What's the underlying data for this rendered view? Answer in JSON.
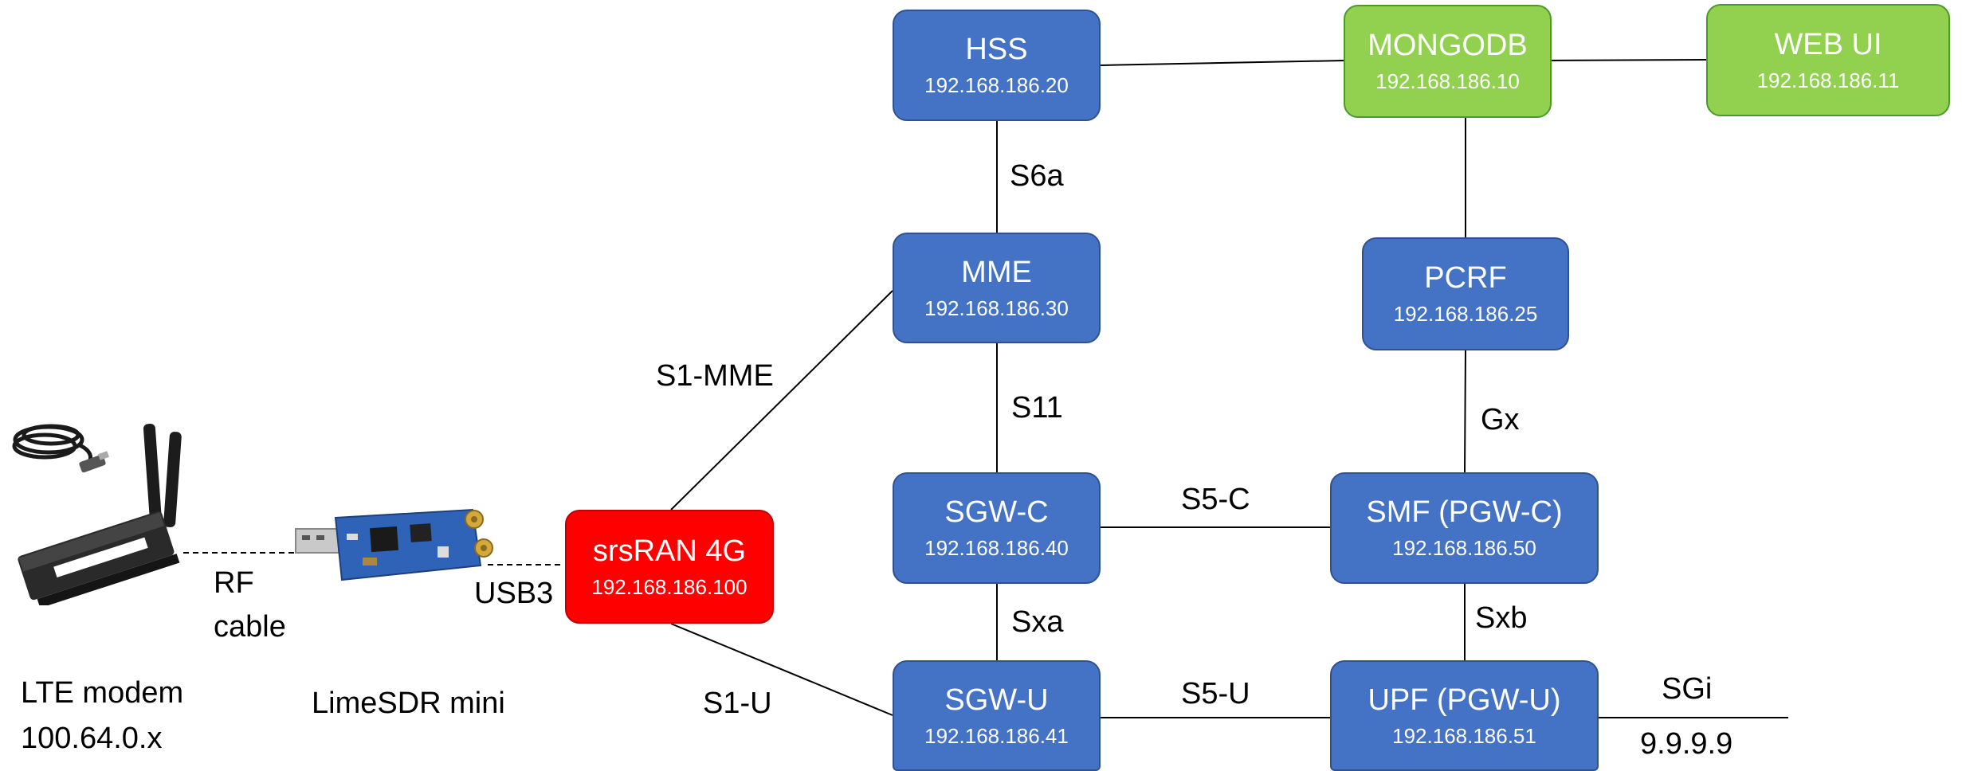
{
  "nodes": {
    "hss": {
      "title": "HSS",
      "ip": "192.168.186.20"
    },
    "mongodb": {
      "title": "MONGODB",
      "ip": "192.168.186.10"
    },
    "webui": {
      "title": "WEB UI",
      "ip": "192.168.186.11"
    },
    "mme": {
      "title": "MME",
      "ip": "192.168.186.30"
    },
    "pcrf": {
      "title": "PCRF",
      "ip": "192.168.186.25"
    },
    "sgwc": {
      "title": "SGW-C",
      "ip": "192.168.186.40"
    },
    "smf": {
      "title": "SMF (PGW-C)",
      "ip": "192.168.186.50"
    },
    "srsran": {
      "title": "srsRAN 4G",
      "ip": "192.168.186.100"
    },
    "sgwu": {
      "title": "SGW-U",
      "ip": "192.168.186.41"
    },
    "upf": {
      "title": "UPF (PGW-U)",
      "ip": "192.168.186.51"
    }
  },
  "interfaces": {
    "s6a": "S6a",
    "s1mme": "S1-MME",
    "s11": "S11",
    "gx": "Gx",
    "s5c": "S5-C",
    "sxa": "Sxa",
    "sxb": "Sxb",
    "s1u": "S1-U",
    "s5u": "S5-U",
    "sgi": "SGi"
  },
  "devices": {
    "rf_cable_line1": "RF",
    "rf_cable_line2": "cable",
    "usb3": "USB3",
    "modem_name": "LTE modem",
    "modem_ip": "100.64.0.x",
    "sdr_name": "LimeSDR mini",
    "dns_ip": "9.9.9.9"
  },
  "colors": {
    "core_node": "#4472c4",
    "db_node": "#92d050",
    "ran_node": "#ff0000"
  },
  "icons": [
    "lte-modem-icon",
    "limesdr-board-icon"
  ]
}
